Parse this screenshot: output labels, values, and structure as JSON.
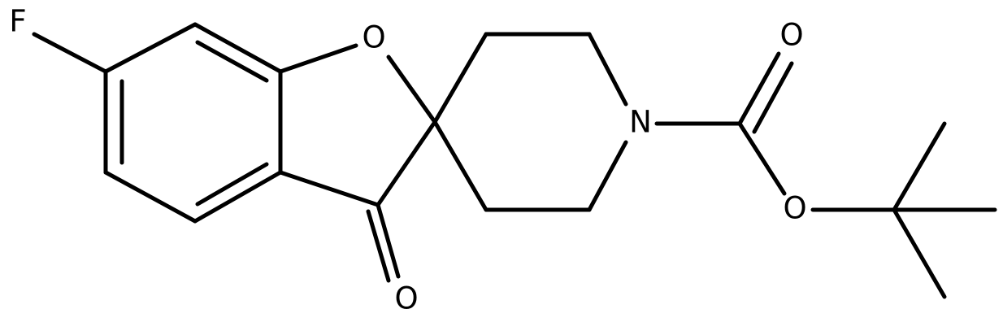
{
  "atoms": [
    {
      "id": "F",
      "label": "F"
    },
    {
      "id": "O_ring",
      "label": "O"
    },
    {
      "id": "N",
      "label": "N"
    },
    {
      "id": "O_carbonyl_boc",
      "label": "O"
    },
    {
      "id": "O_ester",
      "label": "O"
    },
    {
      "id": "O_ketone",
      "label": "O"
    }
  ],
  "colors": {
    "bond": "#000000",
    "label": "#000000",
    "background": "#ffffff"
  }
}
